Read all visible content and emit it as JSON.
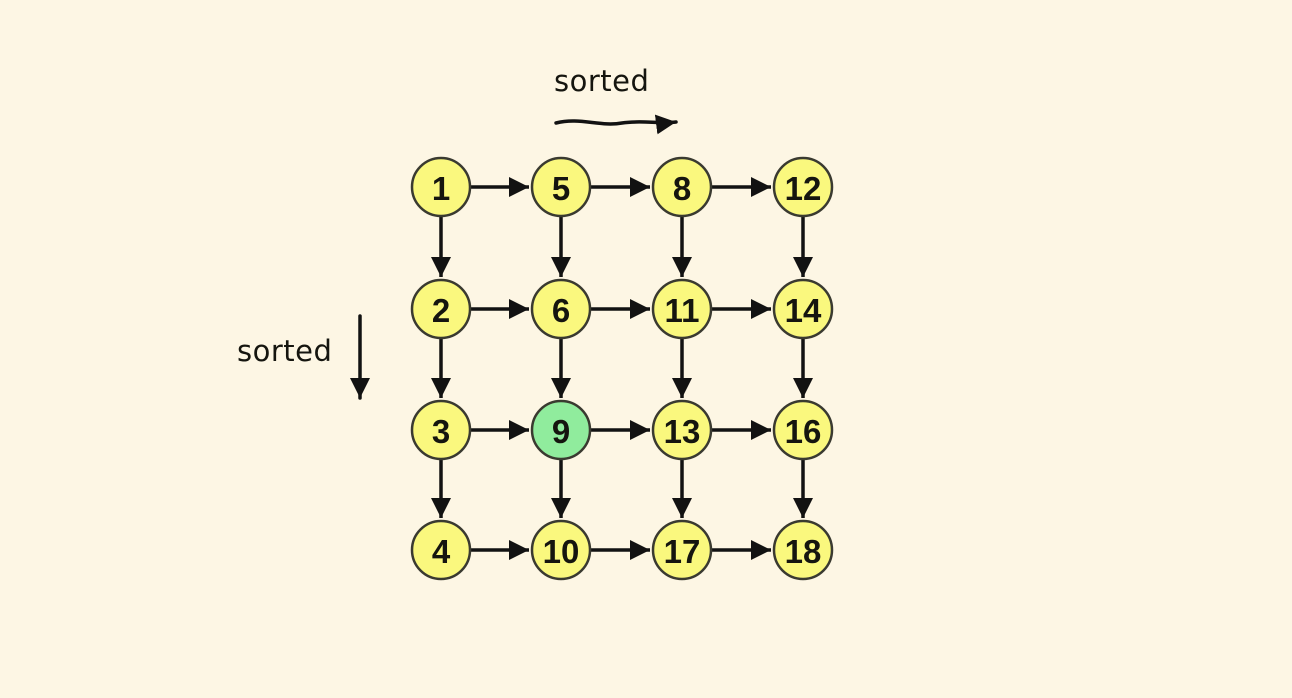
{
  "diagram": {
    "type": "grid-graph",
    "description": "4x4 matrix of numbers, sorted across each row and down each column, drawn as circles connected by arrows",
    "rows": [
      [
        1,
        5,
        8,
        12
      ],
      [
        2,
        6,
        11,
        14
      ],
      [
        3,
        9,
        13,
        16
      ],
      [
        4,
        10,
        17,
        18
      ]
    ],
    "highlighted_value": 9,
    "labels": {
      "top_sorted": "sorted",
      "left_sorted": "sorted"
    },
    "colors": {
      "background": "#FDF6E4",
      "node_fill": "#FAF87E",
      "node_highlight_fill": "#90EC9D",
      "node_stroke": "#3A3A30",
      "arrow": "#121212",
      "text": "#15150F"
    }
  }
}
